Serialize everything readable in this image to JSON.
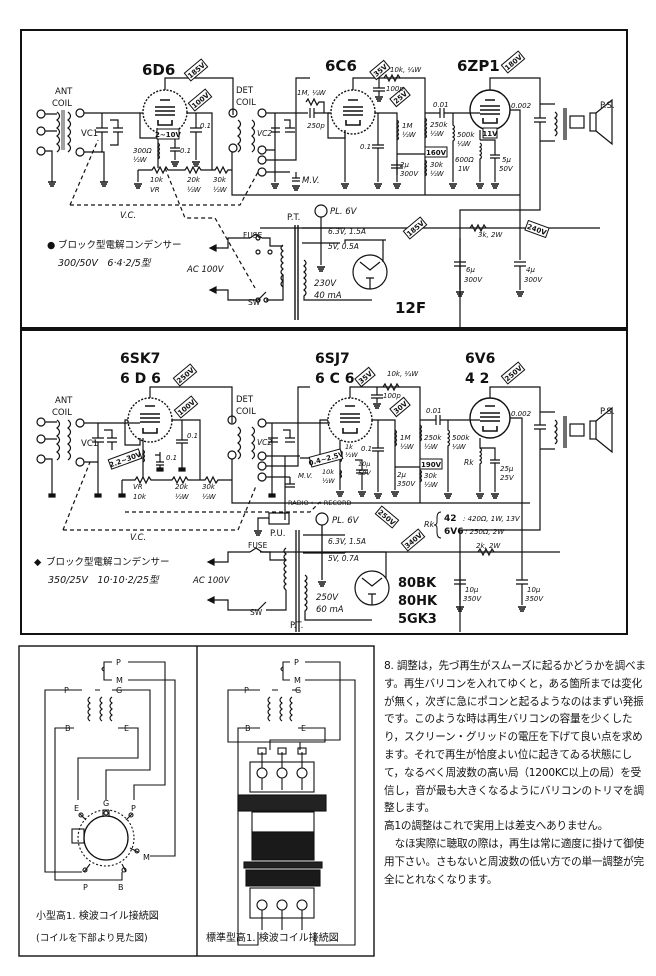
{
  "page": {
    "type": "scanned-schematic-page",
    "language": "ja"
  },
  "schematic1": {
    "tubes": {
      "rf": "6D6",
      "det": "6C6",
      "out": "6ZP1",
      "rect": "12F"
    },
    "voltages": {
      "rf_plate": "185V",
      "rf_screen": "100V",
      "rf_cathode": "2~10V",
      "det_plate": "35V",
      "det_screen": "25V",
      "out_plate": "180V",
      "out_screen": "160V",
      "out_cathode": "11V",
      "b_plus_mid": "185V",
      "b_plus": "240V"
    },
    "labels": {
      "ant_coil": [
        "ANT",
        "COIL"
      ],
      "det_coil": [
        "DET",
        "COIL"
      ],
      "vc1": "VC1",
      "vc2": "VC2",
      "vc": "V.C.",
      "mv": "M.V.",
      "ps": "P.S.",
      "pt": "P.T.",
      "fuse": "FUSE",
      "sw": "SW",
      "ac": "AC 100V",
      "pl": "PL. 6V",
      "heater": "6.3V, 1.5A",
      "fil": "5V, 0.5A",
      "hv": [
        "230V",
        "40 mA"
      ]
    },
    "components": {
      "r_cathode": [
        "300Ω",
        "½W"
      ],
      "vr": [
        "10k",
        "VR"
      ],
      "r20k": [
        "20k",
        "½W"
      ],
      "r30k": [
        "30k",
        "½W"
      ],
      "c01a": "0.1",
      "c01b": "0.1",
      "r1m_grid": "1M, ¼W",
      "c250p": "250p",
      "r10k_det": "10k, ¼W",
      "c100p": "100p",
      "c01_det": "0.1",
      "r1m_screen": [
        "1M",
        "½W"
      ],
      "c2u": [
        "2μ",
        "300V"
      ],
      "c001": "0.01",
      "r250k": [
        "250k",
        "½W"
      ],
      "r30k_div": [
        "30k",
        "½W"
      ],
      "r500k": [
        "500k",
        "¼W"
      ],
      "r600": [
        "600Ω",
        "1W"
      ],
      "c5u": [
        "5μ",
        "50V"
      ],
      "c0002": "0.002",
      "r3k": "3k, 2W",
      "c6u": [
        "6μ",
        "300V"
      ],
      "c4u": [
        "4μ",
        "300V"
      ]
    },
    "note": {
      "bullet": "●",
      "line1": "ブロック型電解コンデンサー",
      "line2": "300/50V　6·4·2/5型"
    }
  },
  "schematic2": {
    "tubes": {
      "rf": [
        "6SK7",
        "6 D 6"
      ],
      "det": [
        "6SJ7",
        "6 C 6"
      ],
      "out": [
        "6V6",
        "4 2"
      ],
      "rect": [
        "80BK",
        "80HK",
        "5GK3"
      ]
    },
    "voltages": {
      "rf_plate": "250V",
      "rf_screen": "100V",
      "rf_cathode": "2.2~30V",
      "det_plate": "35V",
      "det_screen": "30V",
      "det_cathode": "0.4~2.5V",
      "out_plate": "250V",
      "out_screen": "190V",
      "b_mid": "250V",
      "b_plus": "340V"
    },
    "labels": {
      "ant_coil": [
        "ANT",
        "COIL"
      ],
      "det_coil": [
        "DET",
        "COIL"
      ],
      "vc1": "VC1",
      "vc2": "VC2",
      "vc": "V.C.",
      "mv": "M.V.",
      "ps": "P.S.",
      "pt": "P.T.",
      "pu": "P.U.",
      "fuse": "FUSE",
      "sw": "SW",
      "ac": "AC 100V",
      "pl": "PL. 6V",
      "heater": "6.3V, 1.5A",
      "fil": "5V, 0.7A",
      "hv": [
        "250V",
        "60 mA"
      ],
      "radio_record": "RADIO ←→ RECORD"
    },
    "components": {
      "vr": [
        "VR",
        "10k"
      ],
      "r20k": [
        "20k",
        "½W"
      ],
      "r30k": [
        "30k",
        "½W"
      ],
      "c01a": "0.1",
      "c01b": "0.1",
      "r10k_det": "10k, ¼W",
      "c100p": "100p",
      "c01_det": "0.1",
      "r1k": [
        "1k",
        "½W"
      ],
      "r10k_cath": [
        "10k",
        "½W"
      ],
      "c10u_cath": [
        "10μ",
        "50V"
      ],
      "r1m_screen": [
        "1M",
        "½W"
      ],
      "c2u": [
        "2μ",
        "350V"
      ],
      "c001": "0.01",
      "r250k": [
        "250k",
        "½W"
      ],
      "r30k_div": [
        "30k",
        "½W"
      ],
      "r500k": [
        "500k",
        "¼W"
      ],
      "rk": "Rk",
      "c25u": [
        "25μ",
        "25V"
      ],
      "c0002": "0.002",
      "r2k": "2k, 2W",
      "c10u_a": [
        "10μ",
        "350V"
      ],
      "c10u_b": [
        "10μ",
        "350V"
      ]
    },
    "rk_table": {
      "label": "Rk",
      "rows": [
        {
          "tube": "42",
          "value": ": 420Ω, 1W, 13V"
        },
        {
          "tube": "6V6",
          "value": ": 250Ω, 2W"
        }
      ]
    },
    "note": {
      "bullet": "◆",
      "line1": "ブロック型電解コンデンサー",
      "line2": "350/25V　10·10·2/25型"
    }
  },
  "coil_diagrams": {
    "small": {
      "caption": "小型高1. 検波コイル接続図",
      "subcaption": "(コイルを下部より見た図)",
      "terminals_top": [
        "P",
        "M",
        "P",
        "G",
        "B",
        "E"
      ],
      "terminals_socket": [
        "E",
        "G",
        "P",
        "M",
        "P",
        "B"
      ]
    },
    "standard": {
      "caption": "標準型高1. 検波コイル接続図",
      "terminals_top": [
        "P",
        "M",
        "P",
        "G",
        "B",
        "E"
      ]
    }
  },
  "article": {
    "paragraphs": [
      "8. 調整は，先づ再生がスムーズに起るかどうかを調べます。再生バリコンを入れてゆくと，ある箇所までは変化が無く，次ぎに急にポコンと起るようなのはまずい発振です。このような時は再生バリコンの容量を少くしたり，スクリーン・グリッドの電圧を下げて良い点を求めます。それで再生が恰度よい位に起きてゐる状態にして，なるべく周波数の高い局（1200KC以上の局）を受信し，音が最も大きくなるようにバリコンのトリマを調整します。",
      "高1の調整はこれで実用上は差支へありません。",
      "なほ実際に聴取の際は，再生は常に適度に掛けて御使用下さい。さもないと周波数の低い方での単一調整が完全にとれなくなります。"
    ]
  }
}
